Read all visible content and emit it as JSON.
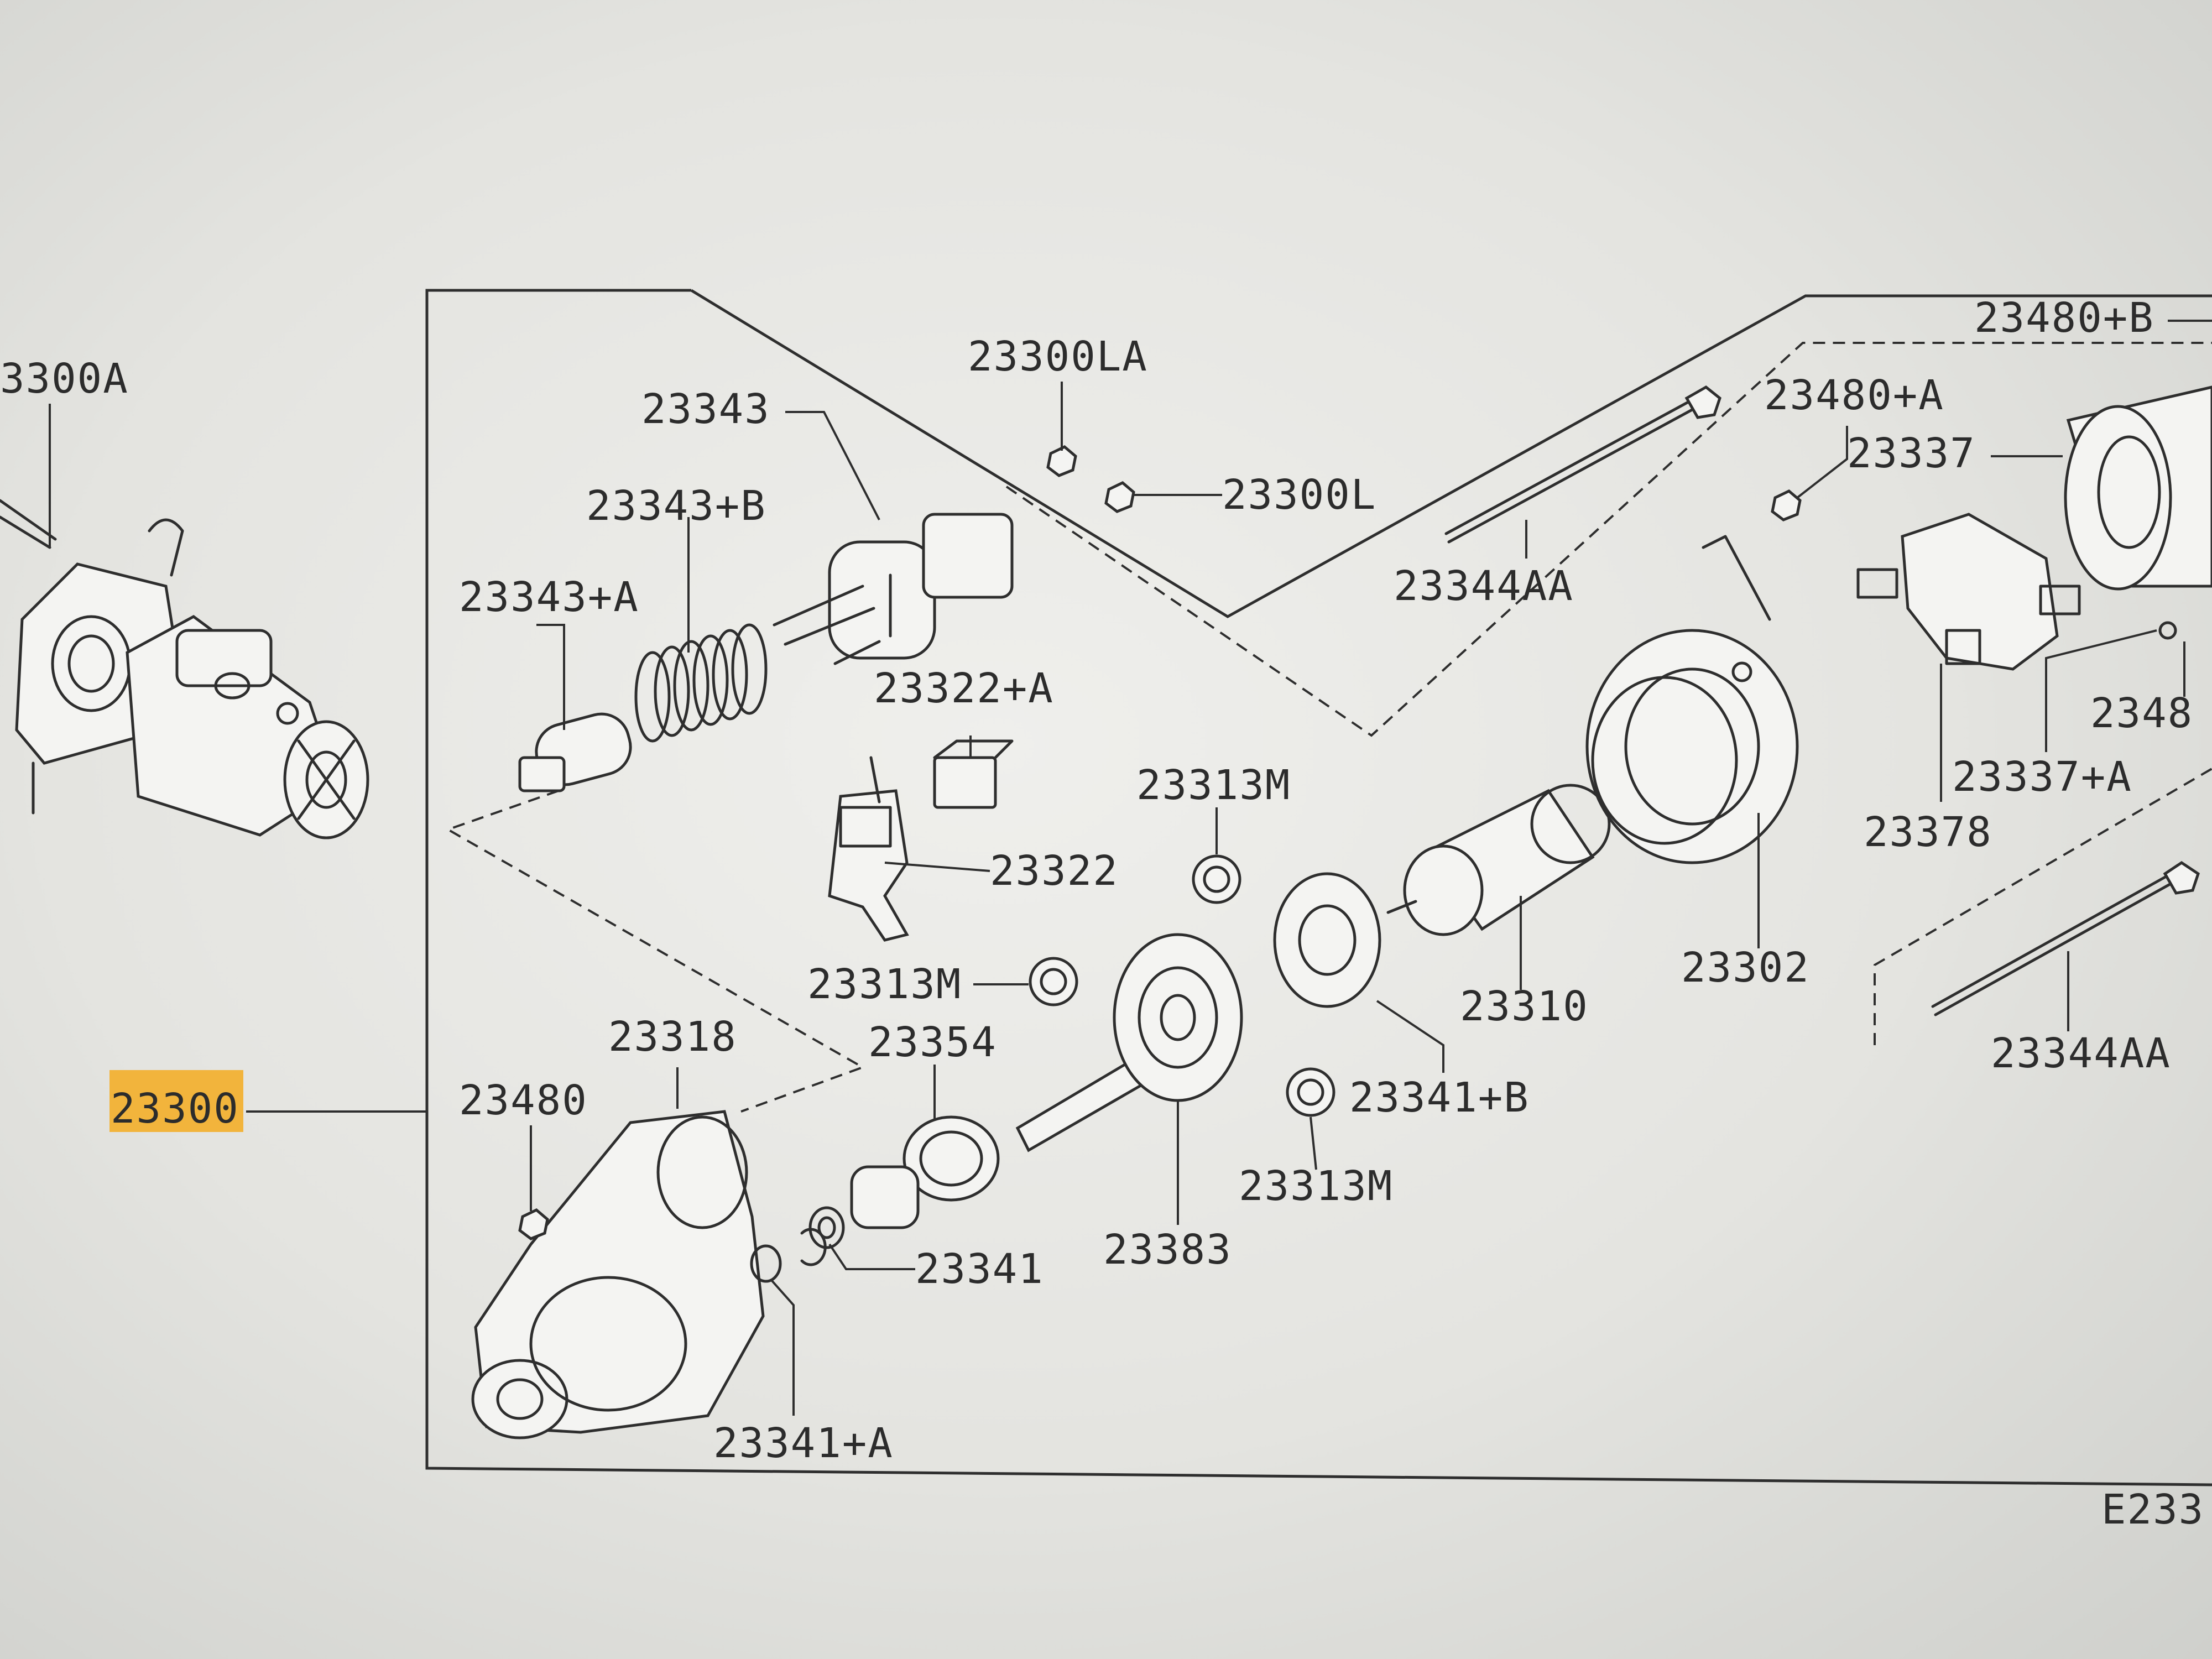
{
  "diagram": {
    "labels": {
      "l23300a": "3300A",
      "l23300": "23300",
      "l23300la": "23300LA",
      "l23300l": "23300L",
      "l23343": "23343",
      "l23343b": "23343+B",
      "l23343a": "23343+A",
      "l23322a": "23322+A",
      "l23322": "23322",
      "l23313m1": "23313M",
      "l23313m2": "23313M",
      "l23313m3": "23313M",
      "l23318": "23318",
      "l23354": "23354",
      "l23480": "23480",
      "l23341": "23341",
      "l23341a": "23341+A",
      "l23383": "23383",
      "l23341b": "23341+B",
      "l23310": "23310",
      "l23302": "23302",
      "l23344aa1": "23344AA",
      "l23344aa2": "23344AA",
      "l23480b": "23480+B",
      "l23480a": "23480+A",
      "l23337": "23337",
      "l23337a": "23337+A",
      "l23378": "23378",
      "l2348x": "2348",
      "fig": "E233"
    },
    "highlight_color": "#f2b43c",
    "line_color": "#2e2e2e"
  }
}
